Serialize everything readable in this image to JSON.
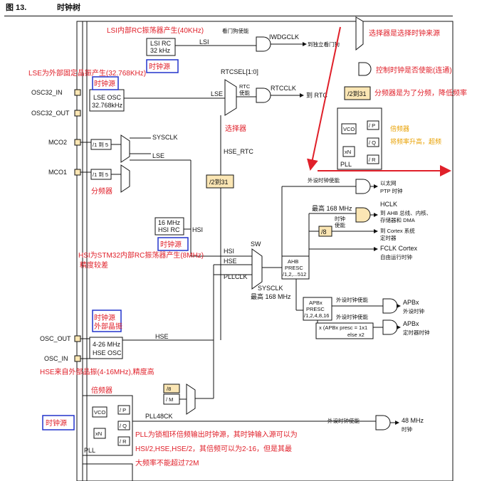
{
  "header": {
    "figure_no": "图 13.",
    "title": "时钟树"
  },
  "blocks": {
    "lsi_rc": [
      "LSI RC",
      "32 kHz"
    ],
    "lse_osc": [
      "LSE OSC",
      "32.768kHz"
    ],
    "hsi_rc": [
      "16 MHz",
      "HSI RC"
    ],
    "hse_osc": [
      "4-26 MHz",
      "HSE OSC"
    ],
    "ahb": [
      "AHB",
      "PRESC",
      "/1,2,...512"
    ],
    "apbx": [
      "APBx",
      "PRESC",
      "/1,2,4,8,16"
    ],
    "div8": "/8",
    "div2to31": "/2到31",
    "div2to31_b": "/2到31",
    "div8_b": "/8",
    "divM": "/ M",
    "pll_vco": "VCO",
    "pll_xn": "xN",
    "pll_p": "/ P",
    "pll_q": "/ Q",
    "pll_r": "/ R",
    "pll_label": "PLL",
    "mco2_div": "/1 到 5",
    "mco1_div": "/1 到 5",
    "apb_timer_mult": "x (APBx presc = 1x1",
    "apb_timer_else": "else x2"
  },
  "pins": [
    "OSC32_IN",
    "OSC32_OUT",
    "MCO2",
    "MCO1",
    "OSC_OUT",
    "OSC_IN"
  ],
  "signals": {
    "lsi": "LSI",
    "lse": "LSE",
    "sysclk": "SYSCLK",
    "lse2": "LSE",
    "rtcsel": "RTCSEL[1:0]",
    "rtc_en": [
      "RTC",
      "使能"
    ],
    "rtcclk": "RTCCLK",
    "to_rtc": "到 RTC",
    "iwdg_en": "看门狗使能",
    "iwdgclk": "IWDGCLK",
    "to_iwdg": "到独立看门狗",
    "hse_rtc": "HSE_RTC",
    "hsi": "HSI",
    "hsi_in": "HSI",
    "hse_in": "HSE",
    "pllclk": "PLLCLK",
    "sw": "SW",
    "sysclk_out": "SYSCLK",
    "max168": "最高 168 MHz",
    "hse": "HSE",
    "pll48ck": "PLL48CK",
    "max168_ahb": "最高 168 MHz"
  },
  "outputs": {
    "eth_en": "外设时钟使能",
    "eth": [
      "以太网",
      "PTP 时钟"
    ],
    "hclk": "HCLK",
    "hclk_desc": [
      "到 AHB 总线、内核、",
      "存储器和 DMA"
    ],
    "clk_en": [
      "时钟",
      "使能"
    ],
    "cortex_timer": [
      "到 Cortex 系统",
      "定时器"
    ],
    "fclk": [
      "FCLK Cortex",
      "自由运行时钟"
    ],
    "apb_en1": "外设时钟使能",
    "apbx_periph": [
      "APBx",
      "外设时钟"
    ],
    "apb_en2": "外设时钟使能",
    "apbx_timer": [
      "APBx",
      "定时器时钟"
    ],
    "usb_en": "外设时钟使能",
    "usb_48": [
      "48 MHz",
      "时钟"
    ]
  },
  "annotations": {
    "lsi_note": "LSI内部RC振荡器产生(40KHz)",
    "lse_note": "LSE为外部固定晶振产生(32.768KHz)",
    "clk_src": "时钟源",
    "clk_src_b": "时钟源",
    "selector": "选择器",
    "prescaler": "分频器",
    "hsi_note": [
      "HSI为STM32内部RC振荡器产生(8MHz)",
      "精度较差"
    ],
    "hse_note": "HSE来自外部晶振(4-16MHz),精度高",
    "hse_src": [
      "时钟源",
      "外部晶振"
    ],
    "pll_mult": "倍频器",
    "pll_src": "时钟源",
    "pll_note": [
      "PLL为锁相环倍频输出时钟源，其时钟输入源可以为",
      "HSI/2,HSE,HSE/2，其倍频可以为2-16，但是其最",
      "大频率不能超过72M"
    ],
    "legend_selector": "选择器是选择时钟来源",
    "legend_gate": "控制时钟是否使能(连通)",
    "legend_div": "分频器是为了分频，降低频率",
    "legend_div_box": "/2到31",
    "legend_mult_a": "倍频器",
    "legend_mult_b": "将频率升高，超频",
    "legend_vco": "VCO",
    "legend_p": "/ P",
    "legend_q": "/ Q",
    "legend_r": "/ R",
    "legend_xn": "xN",
    "legend_pll": "PLL"
  },
  "colors": {
    "annotation": "#e0202a",
    "highlight": "#2233cc",
    "divider_fill": "#fbe6b4",
    "arrow": "#e0202a"
  }
}
